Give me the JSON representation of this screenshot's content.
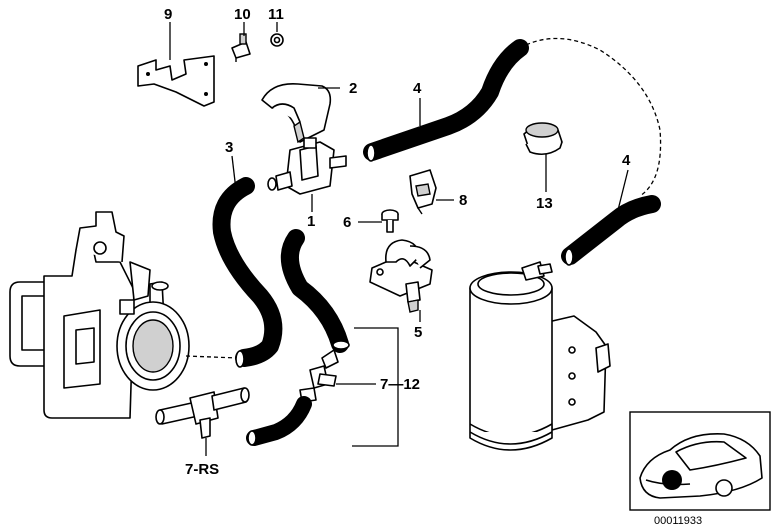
{
  "callouts": {
    "c9": "9",
    "c10": "10",
    "c11": "11",
    "c2": "2",
    "c4a": "4",
    "c3": "3",
    "c1": "1",
    "c8": "8",
    "c6": "6",
    "c13": "13",
    "c4b": "4",
    "c5": "5",
    "c7_12": "7—12",
    "c7rs": "7-RS"
  },
  "footer": {
    "diagram_code": "00011933"
  }
}
